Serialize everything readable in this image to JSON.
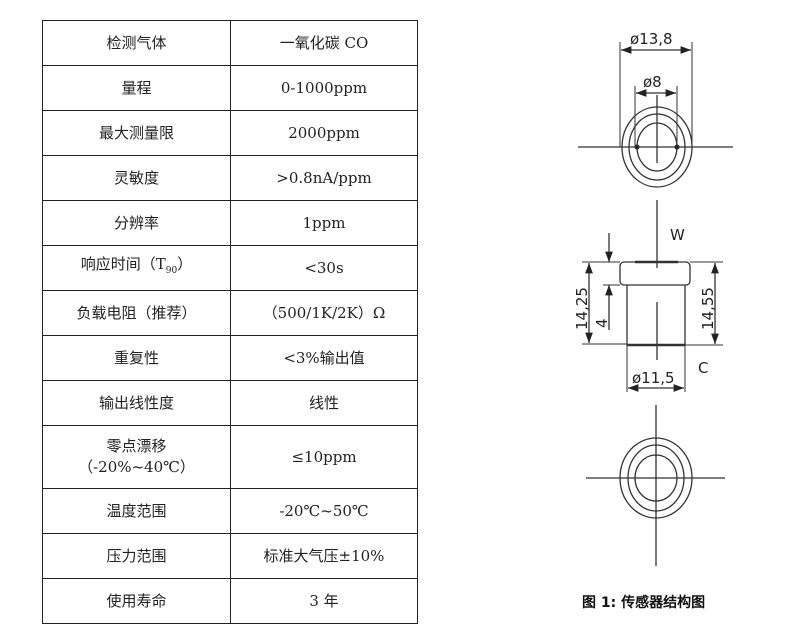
{
  "spec_table": {
    "rows": [
      {
        "label": "检测气体",
        "value": "一氧化碳 CO"
      },
      {
        "label": "量程",
        "value": "0-1000ppm"
      },
      {
        "label": "最大测量限",
        "value": "2000ppm"
      },
      {
        "label": "灵敏度",
        "value": ">0.8nA/ppm"
      },
      {
        "label": "分辨率",
        "value": "1ppm"
      },
      {
        "label": "响应时间（T",
        "label_sub": "90",
        "label_end": "）",
        "value": "<30s"
      },
      {
        "label": "负载电阻（推荐）",
        "value": "（500/1K/2K）Ω"
      },
      {
        "label": "重复性",
        "value": "<3%输出值"
      },
      {
        "label": "输出线性度",
        "value": "线性"
      },
      {
        "label": "零点漂移",
        "label_line2": "（-20%~40℃）",
        "value": "≤10ppm"
      },
      {
        "label": "温度范围",
        "value": "-20℃~50℃"
      },
      {
        "label": "压力范围",
        "value": "标准大气压±10%"
      },
      {
        "label": "使用寿命",
        "value": "3 年"
      }
    ]
  },
  "diagram": {
    "dim_outer_diameter": "ø13,8",
    "dim_inner_diameter": "ø8",
    "dim_body_diameter": "ø11,5",
    "dim_left_height": "14,25",
    "dim_cap_height": "4",
    "dim_right_height": "14,55",
    "label_top": "W",
    "label_bottom": "C",
    "caption": "图 1: 传感器结构图"
  }
}
